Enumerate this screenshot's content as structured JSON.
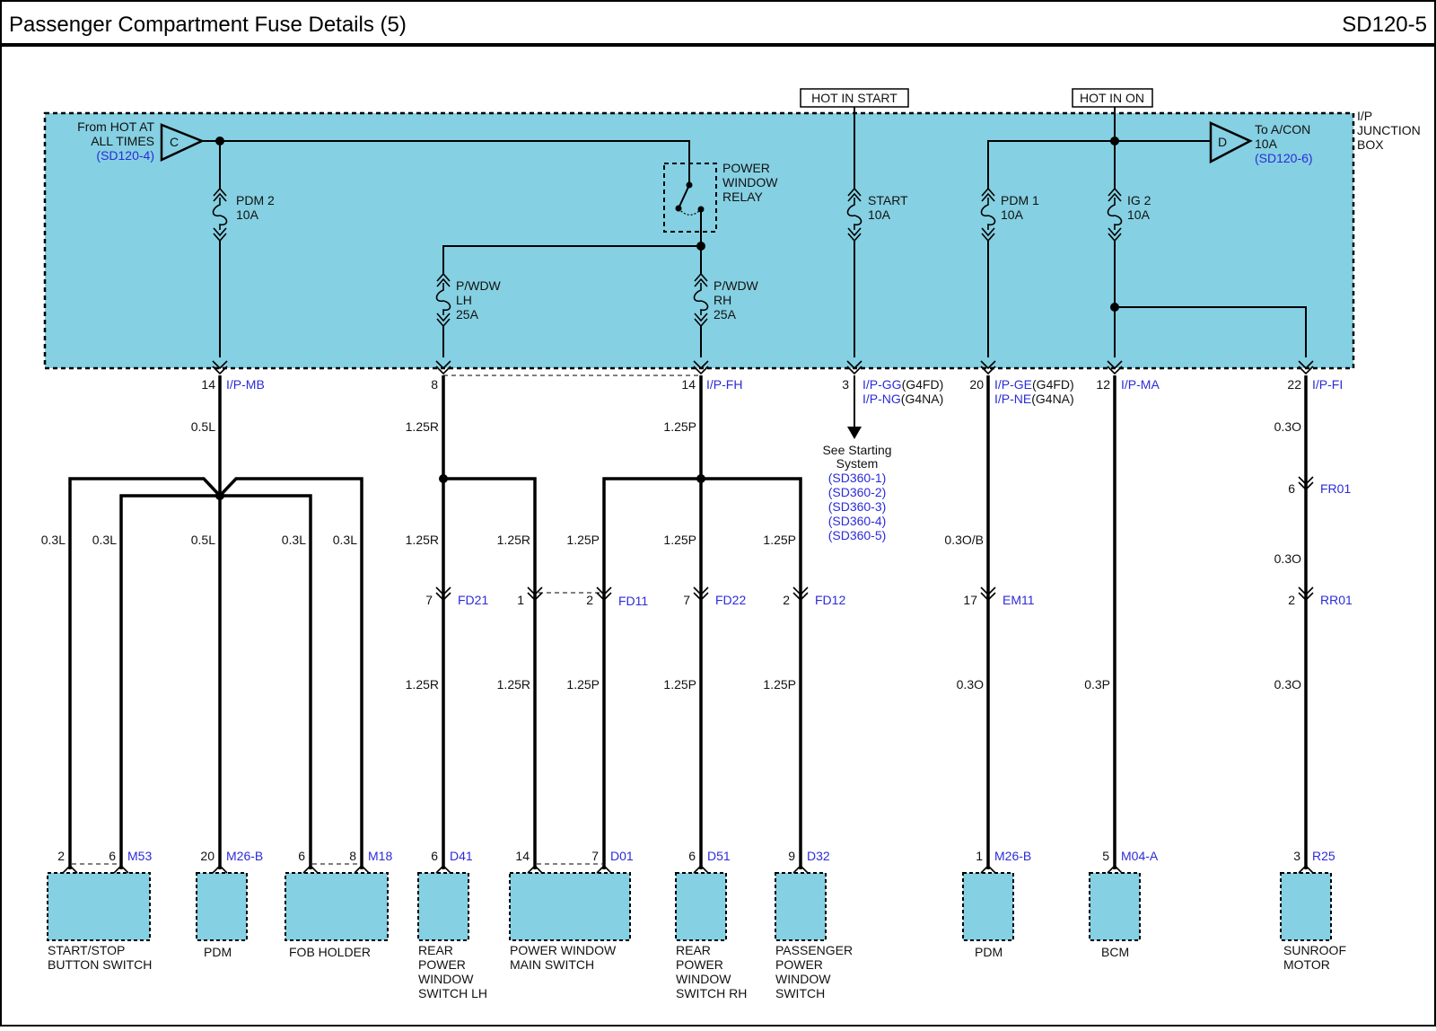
{
  "header": {
    "title": "Passenger Compartment Fuse Details (5)",
    "code": "SD120-5"
  },
  "junction_box": {
    "label_l1": "I/P",
    "label_l2": "JUNCTION",
    "label_l3": "BOX"
  },
  "hot_in_start": "HOT IN START",
  "hot_in_on": "HOT IN ON",
  "conn_c": {
    "letter": "C",
    "l1": "From HOT AT",
    "l2": "ALL TIMES",
    "ref": "(SD120-4)"
  },
  "conn_d": {
    "letter": "D",
    "l1": "To A/CON",
    "l2": "10A",
    "ref": "(SD120-6)"
  },
  "relay": {
    "l1": "POWER",
    "l2": "WINDOW",
    "l3": "RELAY"
  },
  "fuses": [
    {
      "l1": "PDM 2",
      "l2": "10A",
      "l3": ""
    },
    {
      "l1": "P/WDW",
      "l2": "LH",
      "l3": "25A"
    },
    {
      "l1": "P/WDW",
      "l2": "RH",
      "l3": "25A"
    },
    {
      "l1": "START",
      "l2": "10A",
      "l3": ""
    },
    {
      "l1": "PDM 1",
      "l2": "10A",
      "l3": ""
    },
    {
      "l1": "IG 2",
      "l2": "10A",
      "l3": ""
    }
  ],
  "jb_pins": [
    {
      "pin": "14",
      "conn": "I/P-MB",
      "conn2": "",
      "v1": "",
      "v2": ""
    },
    {
      "pin": "8",
      "conn": "",
      "conn2": "",
      "v1": "",
      "v2": ""
    },
    {
      "pin": "14",
      "conn": "I/P-FH",
      "conn2": "",
      "v1": "",
      "v2": ""
    },
    {
      "pin": "3",
      "conn": "I/P-GG",
      "conn2": "I/P-NG",
      "v1": "(G4FD)",
      "v2": "(G4NA)"
    },
    {
      "pin": "20",
      "conn": "I/P-GE",
      "conn2": "I/P-NE",
      "v1": "(G4FD)",
      "v2": "(G4NA)"
    },
    {
      "pin": "12",
      "conn": "I/P-MA",
      "conn2": "",
      "v1": "",
      "v2": ""
    },
    {
      "pin": "22",
      "conn": "I/P-FI",
      "conn2": "",
      "v1": "",
      "v2": ""
    }
  ],
  "see_starting": {
    "l1": "See Starting",
    "l2": "System",
    "refs": [
      "(SD360-1)",
      "(SD360-2)",
      "(SD360-3)",
      "(SD360-4)",
      "(SD360-5)"
    ]
  },
  "wire_labels": {
    "mb_top": "0.5L",
    "fh8_top": "1.25R",
    "fh14_top": "1.25P",
    "fi_top": "0.3O",
    "ss1": "0.3L",
    "ss2": "0.3L",
    "pdm": "0.5L",
    "fob1": "0.3L",
    "fob2": "0.3L",
    "rlh_a": "1.25R",
    "m_r_a": "1.25R",
    "m_p_a": "1.25P",
    "rrh_a": "1.25P",
    "pas_a": "1.25P",
    "em_a": "0.3O/B",
    "fr_r": "0.3O",
    "rlh_b": "1.25R",
    "m_r_b": "1.25R",
    "m_p_b": "1.25P",
    "rrh_b": "1.25P",
    "pas_b": "1.25P",
    "em_b": "0.3O",
    "bcm": "0.3P",
    "rr_b": "0.3O"
  },
  "inline": {
    "fd21": {
      "pin": "7",
      "name": "FD21"
    },
    "fd11a": {
      "pin": "1"
    },
    "fd11b": {
      "pin": "2",
      "name": "FD11"
    },
    "fd22": {
      "pin": "7",
      "name": "FD22"
    },
    "fd12": {
      "pin": "2",
      "name": "FD12"
    },
    "em11": {
      "pin": "17",
      "name": "EM11"
    },
    "fr01": {
      "pin": "6",
      "name": "FR01"
    },
    "rr01": {
      "pin": "2",
      "name": "RR01"
    }
  },
  "components": [
    {
      "name_l1": "START/STOP",
      "name_l2": "BUTTON SWITCH",
      "name_l3": "",
      "name_l4": "",
      "pins": [
        "2",
        "6"
      ],
      "conn": "M53"
    },
    {
      "name_l1": "PDM",
      "name_l2": "",
      "name_l3": "",
      "name_l4": "",
      "pins": [
        "20"
      ],
      "conn": "M26-B"
    },
    {
      "name_l1": "FOB HOLDER",
      "name_l2": "",
      "name_l3": "",
      "name_l4": "",
      "pins": [
        "6",
        "8"
      ],
      "conn": "M18"
    },
    {
      "name_l1": "REAR",
      "name_l2": "POWER",
      "name_l3": "WINDOW",
      "name_l4": "SWITCH LH",
      "pins": [
        "6"
      ],
      "conn": "D41"
    },
    {
      "name_l1": "POWER WINDOW",
      "name_l2": "MAIN SWITCH",
      "name_l3": "",
      "name_l4": "",
      "pins": [
        "14",
        "7"
      ],
      "conn": "D01"
    },
    {
      "name_l1": "REAR",
      "name_l2": "POWER",
      "name_l3": "WINDOW",
      "name_l4": "SWITCH RH",
      "pins": [
        "6"
      ],
      "conn": "D51"
    },
    {
      "name_l1": "PASSENGER",
      "name_l2": "POWER",
      "name_l3": "WINDOW",
      "name_l4": "SWITCH",
      "pins": [
        "9"
      ],
      "conn": "D32"
    },
    {
      "name_l1": "PDM",
      "name_l2": "",
      "name_l3": "",
      "name_l4": "",
      "pins": [
        "1"
      ],
      "conn": "M26-B"
    },
    {
      "name_l1": "BCM",
      "name_l2": "",
      "name_l3": "",
      "name_l4": "",
      "pins": [
        "5"
      ],
      "conn": "M04-A"
    },
    {
      "name_l1": "SUNROOF",
      "name_l2": "MOTOR",
      "name_l3": "",
      "name_l4": "",
      "pins": [
        "3"
      ],
      "conn": "R25"
    }
  ]
}
